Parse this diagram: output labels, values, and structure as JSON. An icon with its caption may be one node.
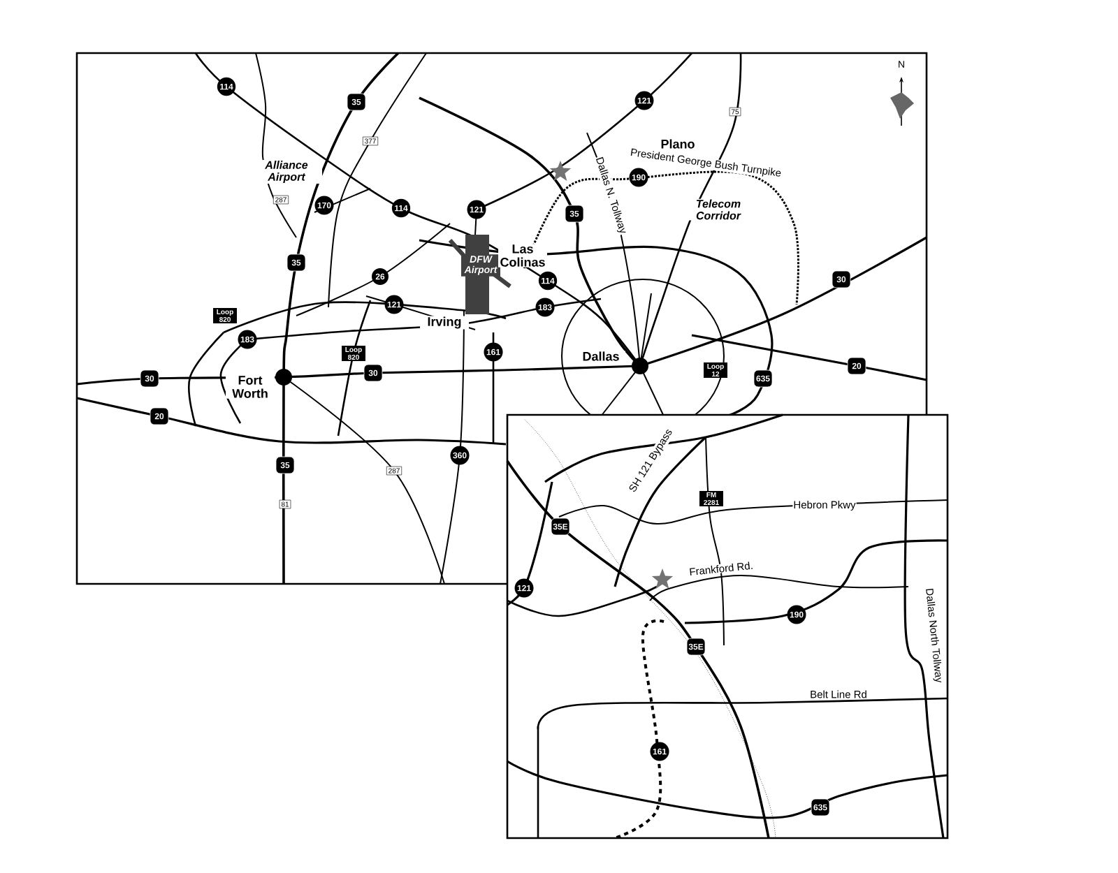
{
  "diagram": {
    "labels": [
      "114",
      "35",
      "121",
      "75",
      "377",
      "Plano",
      "Alliance Airport",
      "190",
      "President George Bush Turnpike",
      "Dallas N. Tollway",
      "287",
      "170",
      "114",
      "121",
      "35",
      "Telecom Corridor",
      "DFW Airport",
      "Las Colinas",
      "35",
      "26",
      "114",
      "30",
      "121",
      "183",
      "Loop 820",
      "Irving",
      "183",
      "Loop 820",
      "161",
      "Dallas",
      "20",
      "Loop 12",
      "30",
      "30",
      "635",
      "Fort Worth",
      "20",
      "360",
      "35",
      "287",
      "81",
      "N",
      "SH 121 Bypass",
      "FM 2281",
      "Hebron Pkwy",
      "35E",
      "Frankford Rd.",
      "121",
      "Dallas North Tollway",
      "190",
      "35E",
      "Belt Line Rd",
      "161",
      "635"
    ]
  }
}
